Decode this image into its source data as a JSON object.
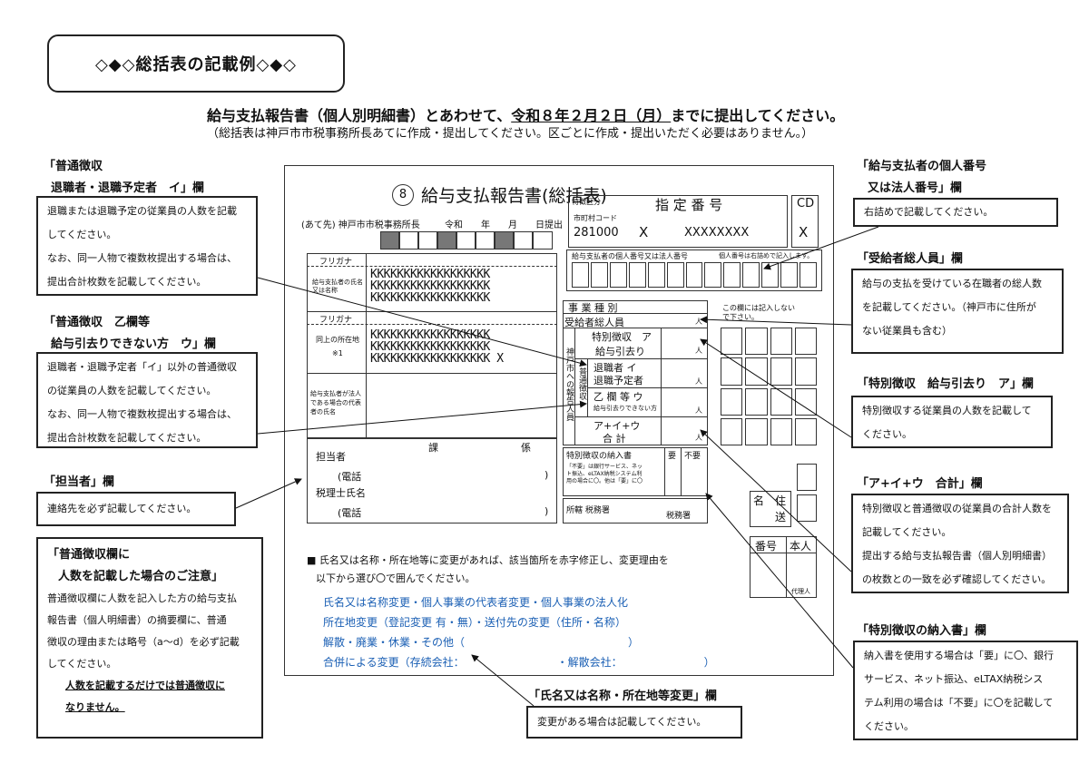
{
  "title": "◇◆◇総括表の記載例◇◆◇",
  "headline": {
    "pre": "給与支払報告書（個人別明細書）とあわせて、",
    "date": "令和８年２月２日（月）",
    "post": "までに提出してください。"
  },
  "subline": "（総括表は神戸市市税事務所長あてに作成・提出してください。区ごとに作成・提出いただく必要はありません。）",
  "left": {
    "fj_i_label1": "「普通徴収",
    "fj_i_label2": "退職者・退職予定者　イ」欄",
    "fj_i_text": [
      "退職または退職予定の従業員の人数を記載",
      "してください。",
      "なお、同一人物で複数枚提出する場合は、",
      "提出合計枚数を記載してください。"
    ],
    "fj_u_label1": "「普通徴収　乙欄等",
    "fj_u_label2": "給与引去りできない方　ウ」欄",
    "fj_u_text": [
      "退職者・退職予定者「イ」以外の普通徴収",
      "の従業員の人数を記載してください。",
      "なお、同一人物で複数枚提出する場合は、",
      "提出合計枚数を記載してください。"
    ],
    "tanto_label": "「担当者」欄",
    "tanto_text": "連絡先を必ず記載してください。",
    "caution_title1": "「普通徴収欄に",
    "caution_title2": "人数を記載した場合のご注意」",
    "caution_text": [
      "普通徴収欄に人数を記入した方の給与支払",
      "報告書（個人明細書）の摘要欄に、普通",
      "徴収の理由または略号（a～d）を必ず記載",
      "してください。"
    ],
    "caution_u1": "人数を記載するだけでは普通徴収に",
    "caution_u2": "なりません。"
  },
  "right": {
    "kojin_label1": "「給与支払者の個人番号",
    "kojin_label2": "又は法人番号」欄",
    "kojin_text": "右詰めで記載してください。",
    "jukyu_label": "「受給者総人員」欄",
    "jukyu_text": [
      "給与の支払を受けている在職者の総人数",
      "を記載してください。（神戸市に住所が",
      "ない従業員も含む）"
    ],
    "tokubetsu_label": "「特別徴収　給与引去り　ア」欄",
    "tokubetsu_text": [
      "特別徴収する従業員の人数を記載して",
      "ください。"
    ],
    "goukei_label": "「ア+イ+ウ　合計」欄",
    "goukei_text": [
      "特別徴収と普通徴収の従業員の合計人数を",
      "記載してください。",
      "提出する給与支払報告書（個人別明細書）",
      "の枚数との一致を必ず確認してください。"
    ],
    "nounyu_label": "「特別徴収の納入書」欄",
    "nounyu_text": [
      "納入書を使用する場合は「要」に〇、銀行",
      "サービス、ネット振込、eLTAX納税シス",
      "テム利用の場合は「不要」に〇を記載して",
      "ください。"
    ]
  },
  "bottom": {
    "shimei_label": "「氏名又は名称・所在地等変更」欄",
    "shimei_text": "変更がある場合は記載してください。"
  },
  "form": {
    "circle_no": "8",
    "form_title": "給与支払報告書(総括表)",
    "atesaki": "(あて先) 神戸市市税事務所長",
    "date_row": "令和　　年　　月　　日提出",
    "tokusoku": "特徴区分",
    "shitei_label": "指 定 番 号",
    "cd_label": "CD",
    "shichoson_code": "市町村コード",
    "code_value": "281000",
    "x1": "X",
    "x_number": "XXXXXXXX",
    "x2": "X",
    "kojin_bango": "給与支払者の個人番号又は法人番号",
    "kojin_note": "個人番号は右詰めで記入します。",
    "furigana1": "フリガナ",
    "name_label": "給与支払者の氏名又は名称",
    "kk_lines1": [
      "KKKKKKKKKKKKKKKKKK",
      "KKKKKKKKKKKKKKKKKK",
      "KKKKKKKKKKKKKKKKKK"
    ],
    "furigana2": "フリガナ",
    "addr_label": "同上の所在地",
    "addr_note": "※1",
    "kk_lines2": [
      "KKKKKKKKKKKKKKKKKK",
      "KKKKKKKKKKKKKKKKKK",
      "KKKKKKKKKKKKKKKKKK X"
    ],
    "daihyo_label": "給与支払者が法人である場合の代表者の氏名",
    "ka": "課",
    "kakari": "係",
    "tanto": "担当者",
    "denwa1": "(電話",
    "paren1": ")",
    "zeirishi": "税理士氏名",
    "denwa2": "(電話",
    "paren2": ")",
    "jigyo_shumoku": "事 業 種 別",
    "jukyusha": "受給者総人員",
    "kobe_side": "神戸市への報告人員",
    "futsu_side": "普通徴収",
    "toku_a1": "特別徴収　ア",
    "toku_a2": "給与引去り",
    "tai_i1": "退職者 イ",
    "tai_i2": "退職予定者",
    "otsu_u1": "乙 欄 等 ウ",
    "otsu_u2": "給与引去りできない方",
    "sum1": "ア+イ+ウ",
    "sum2": "合 計",
    "nin": "人",
    "nounyusho": "特別徴収の納入書",
    "yo": "要",
    "fuyo": "不要",
    "fuyo_note": [
      "「不要」は銀行サービス、ネッ",
      "ト振込、eLTAX納税システム利",
      "用の場合に〇。他は「要」に〇"
    ],
    "shokatsu": "所轄 税務署",
    "zeimusho": "税務署",
    "kinyu_note": "この欄には記入しないで下さい。",
    "mei": "名",
    "ju": "住",
    "so": "送",
    "bango": "番号",
    "honnin": "本人",
    "dairinin": "代理人",
    "change_intro1": "■ 氏名又は名称・所在地等に変更があれば、該当箇所を赤字修正し、変更理由を",
    "change_intro2": "以下から選び〇で囲んでください。",
    "change_opts": [
      "氏名又は名称変更・個人事業の代表者変更・個人事業の法人化",
      "所在地変更（登記変更 有・無）・送付先の変更（住所・名称）",
      "解散・廃業・休業・その他（　　　　　　　　　　　　　　　）",
      "合併による変更（存続会社：　　　　　　　　　・解散会社：　　　　　　　　）"
    ]
  }
}
